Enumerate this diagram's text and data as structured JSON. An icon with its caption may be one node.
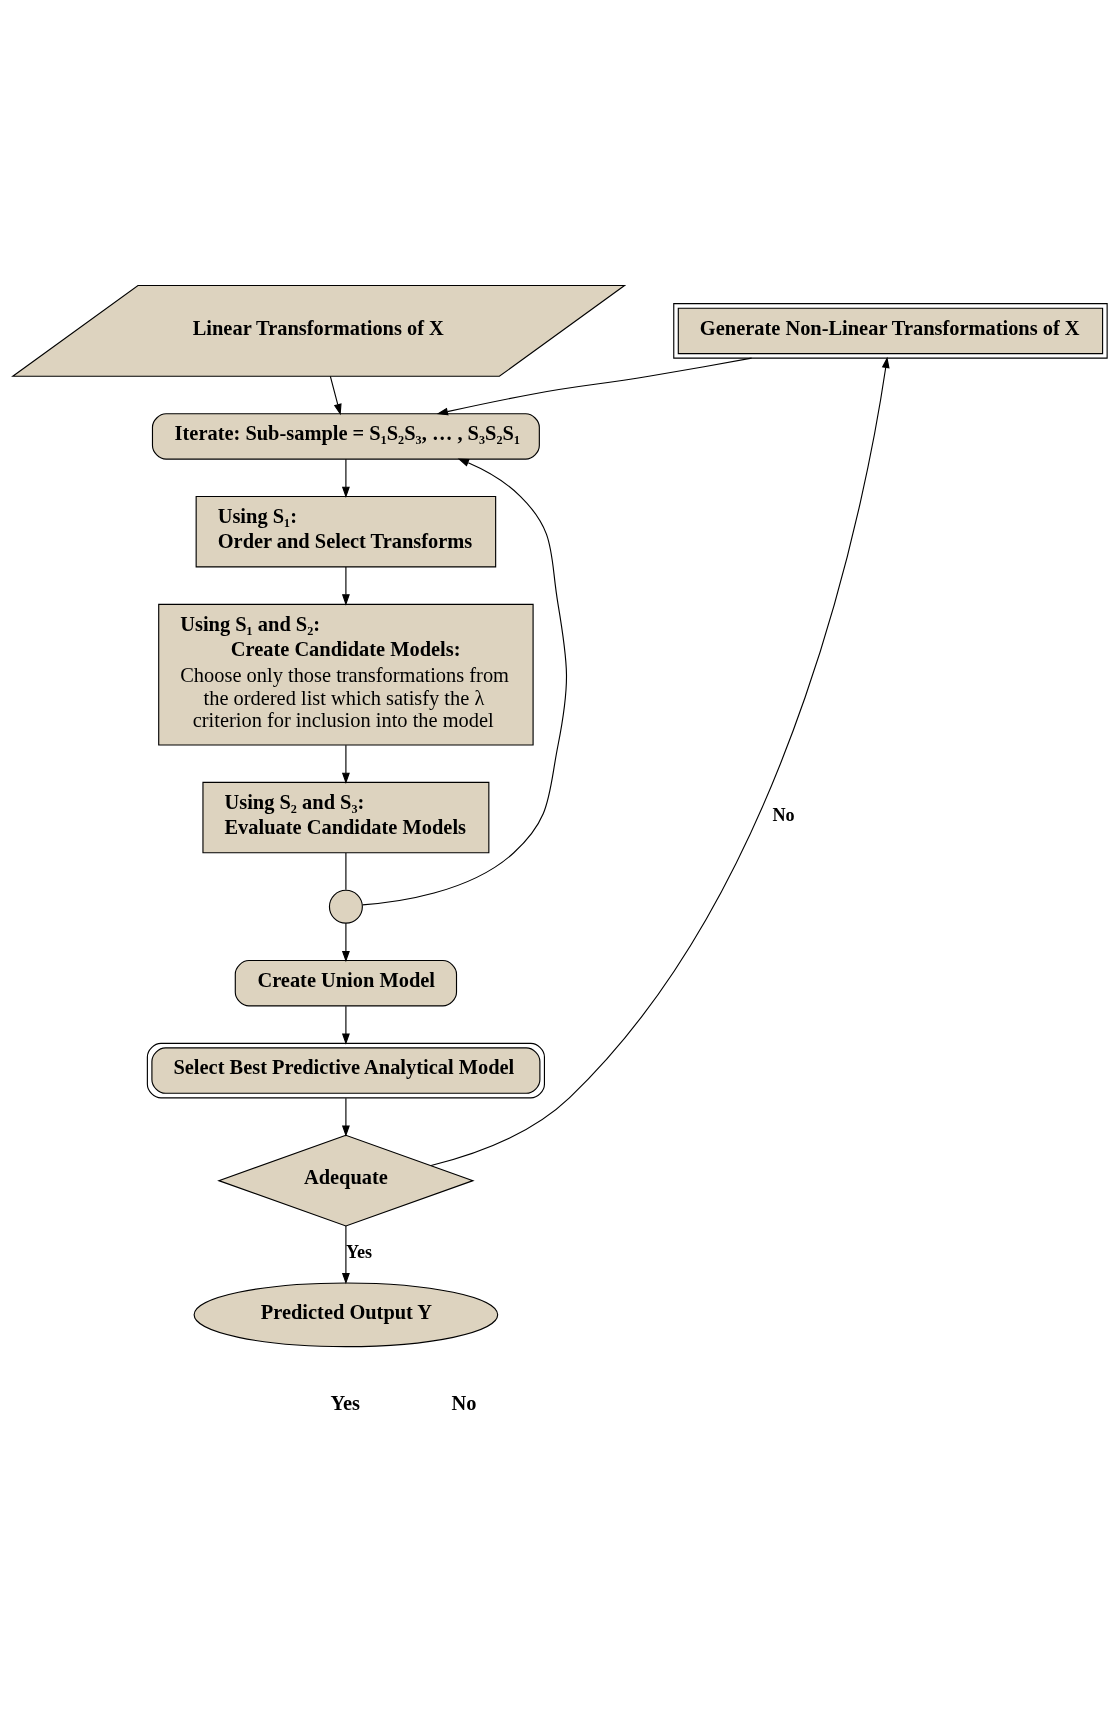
{
  "diagram": {
    "nodes": [
      {
        "text": [
          "Linear Transformations of X"
        ]
      },
      {
        "text": [
          "Generate Non-Linear Transformations of X"
        ]
      },
      {
        "text": [
          "Iterate: Sub-sample = S₁S₂S₃, … , S₃S₂S₁"
        ]
      },
      {
        "text": [
          "Using S₁:",
          "Order and Select Transforms"
        ]
      },
      {
        "text": [
          "Using S₁ and S₂:",
          "Create Candidate Models:",
          "Choose only those transformations from the ordered list which satisfy the λ criterion for inclusion into the model"
        ]
      },
      {
        "text": [
          "Using S₂ and S₃:",
          "Evaluate Candidate Models"
        ]
      },
      {
        "text": [],
        "shape": "circle"
      },
      {
        "text": [
          "Create Union Model"
        ]
      },
      {
        "text": [
          "Select Best Predictive Analytical Model"
        ]
      },
      {
        "text": [
          "Adequate"
        ]
      },
      {
        "text": [
          "Predicted Output Y"
        ]
      }
    ],
    "edges": [
      {
        "from": 0,
        "to": 2,
        "arrow": "to"
      },
      {
        "from": 1,
        "to": 2,
        "arrow": "to"
      },
      {
        "from": 2,
        "to": 3,
        "arrow": "to"
      },
      {
        "from": 3,
        "to": 4,
        "arrow": "to"
      },
      {
        "from": 4,
        "to": 5,
        "arrow": "to"
      },
      {
        "from": 5,
        "to": 6,
        "arrow": "none"
      },
      {
        "from": 6,
        "to": 2,
        "arrow": "to"
      },
      {
        "from": 6,
        "to": 7,
        "arrow": "to"
      },
      {
        "from": 7,
        "to": 8,
        "arrow": "to"
      },
      {
        "from": 8,
        "to": 9,
        "arrow": "to"
      },
      {
        "from": 9,
        "to": 10,
        "label": "Yes",
        "arrow": "to"
      },
      {
        "from": 9,
        "to": 1,
        "label": "No",
        "arrow": "to"
      }
    ],
    "labels": [
      "Yes",
      "No"
    ]
  }
}
